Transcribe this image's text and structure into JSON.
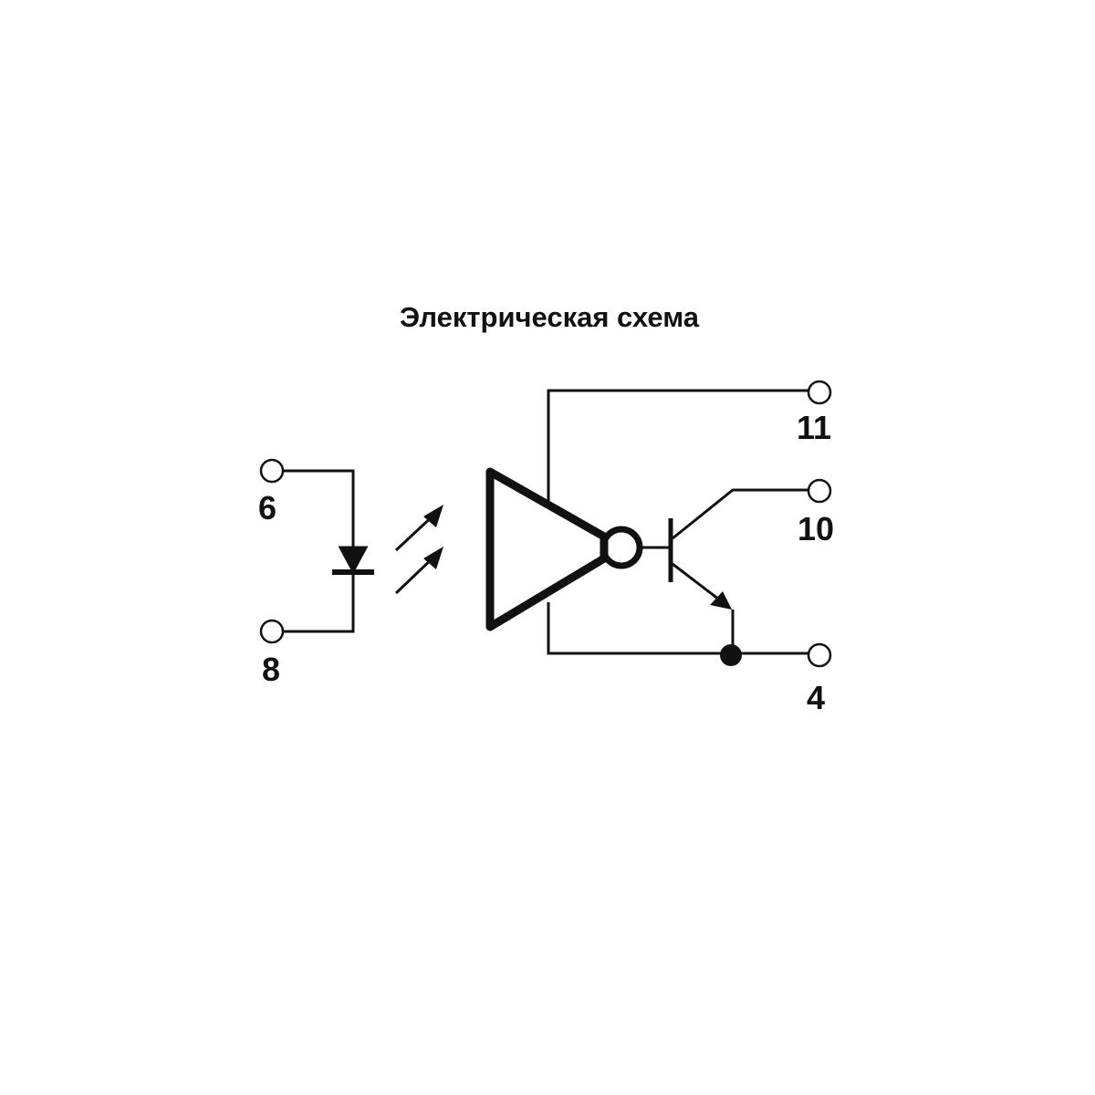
{
  "title": "Электрическая схема",
  "pins": {
    "p6": "6",
    "p8": "8",
    "p11": "11",
    "p10": "10",
    "p4": "4"
  },
  "colors": {
    "line": "#111111",
    "background": "#ffffff"
  }
}
